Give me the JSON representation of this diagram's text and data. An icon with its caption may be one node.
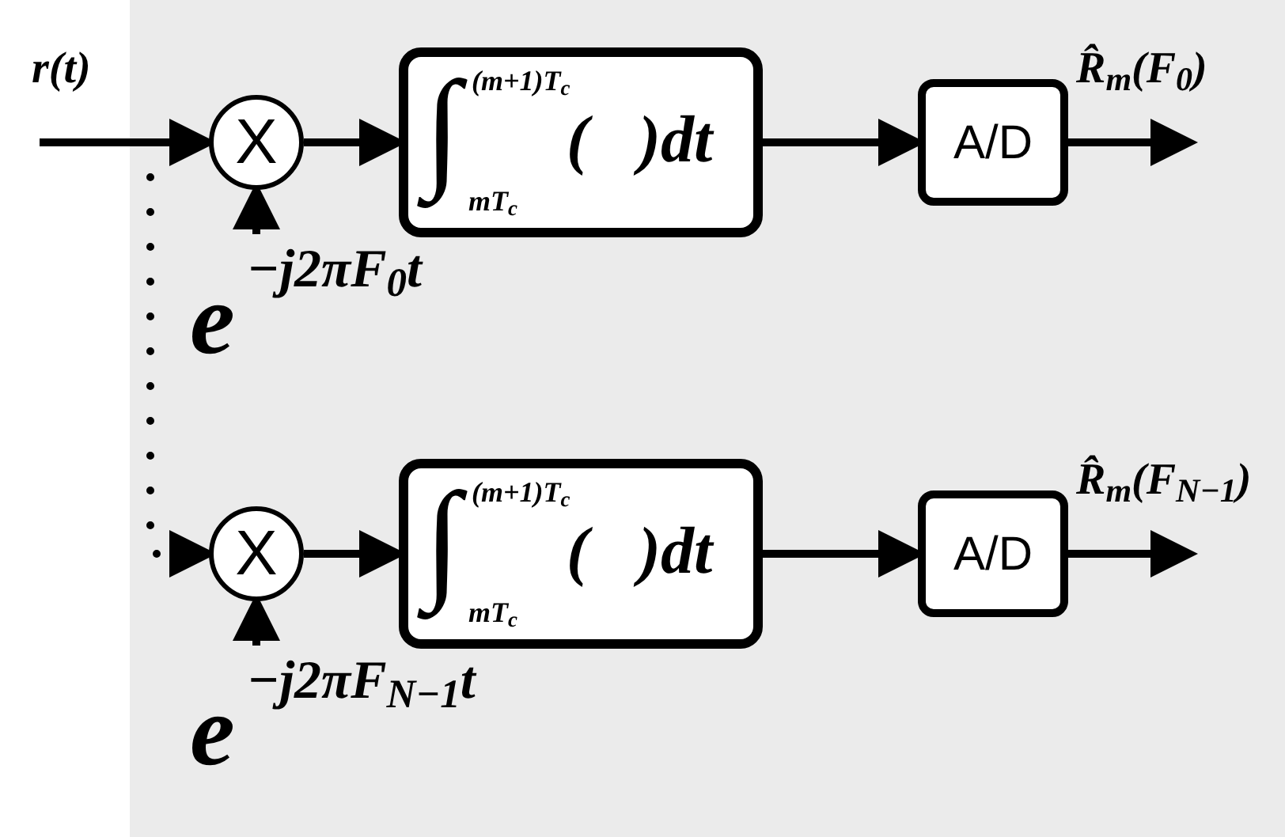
{
  "diagram": {
    "nodes": [
      {
        "text": [
          "X"
        ]
      },
      {
        "text": [
          "∫",
          "(m+1)T$_{c}$",
          "mT$_{c}$",
          "(   )dt"
        ]
      },
      {
        "text": [
          "A/D"
        ]
      },
      {
        "text": [
          "X"
        ]
      },
      {
        "text": [
          "∫",
          "(m+1)T$_{c}$",
          "mT$_{c}$",
          "(   )dt"
        ]
      },
      {
        "text": [
          "A/D"
        ]
      },
      {
        "text": [
          "e",
          "−j2πF$_{0}$t"
        ]
      },
      {
        "text": [
          "e",
          "−j2πF$_{N−1}$t"
        ]
      }
    ],
    "edges": [
      {
        "from": null,
        "to": 0,
        "arrow": "to",
        "label": "r(t)"
      },
      {
        "from": 0,
        "to": 1,
        "arrow": "to"
      },
      {
        "from": 1,
        "to": 2,
        "arrow": "to"
      },
      {
        "from": 2,
        "to": null,
        "arrow": "to",
        "label": "R̂$_{m}$(F$_{0}$)"
      },
      {
        "from": 6,
        "to": 0,
        "arrow": "to"
      },
      {
        "from": null,
        "to": 3,
        "arrow": "to",
        "style": "dashed"
      },
      {
        "from": 3,
        "to": 4,
        "arrow": "to"
      },
      {
        "from": 4,
        "to": 5,
        "arrow": "to"
      },
      {
        "from": 5,
        "to": null,
        "arrow": "to",
        "label": "R̂$_{m}$(F$_{N−1}$)"
      },
      {
        "from": 7,
        "to": 3,
        "arrow": "to"
      }
    ]
  }
}
